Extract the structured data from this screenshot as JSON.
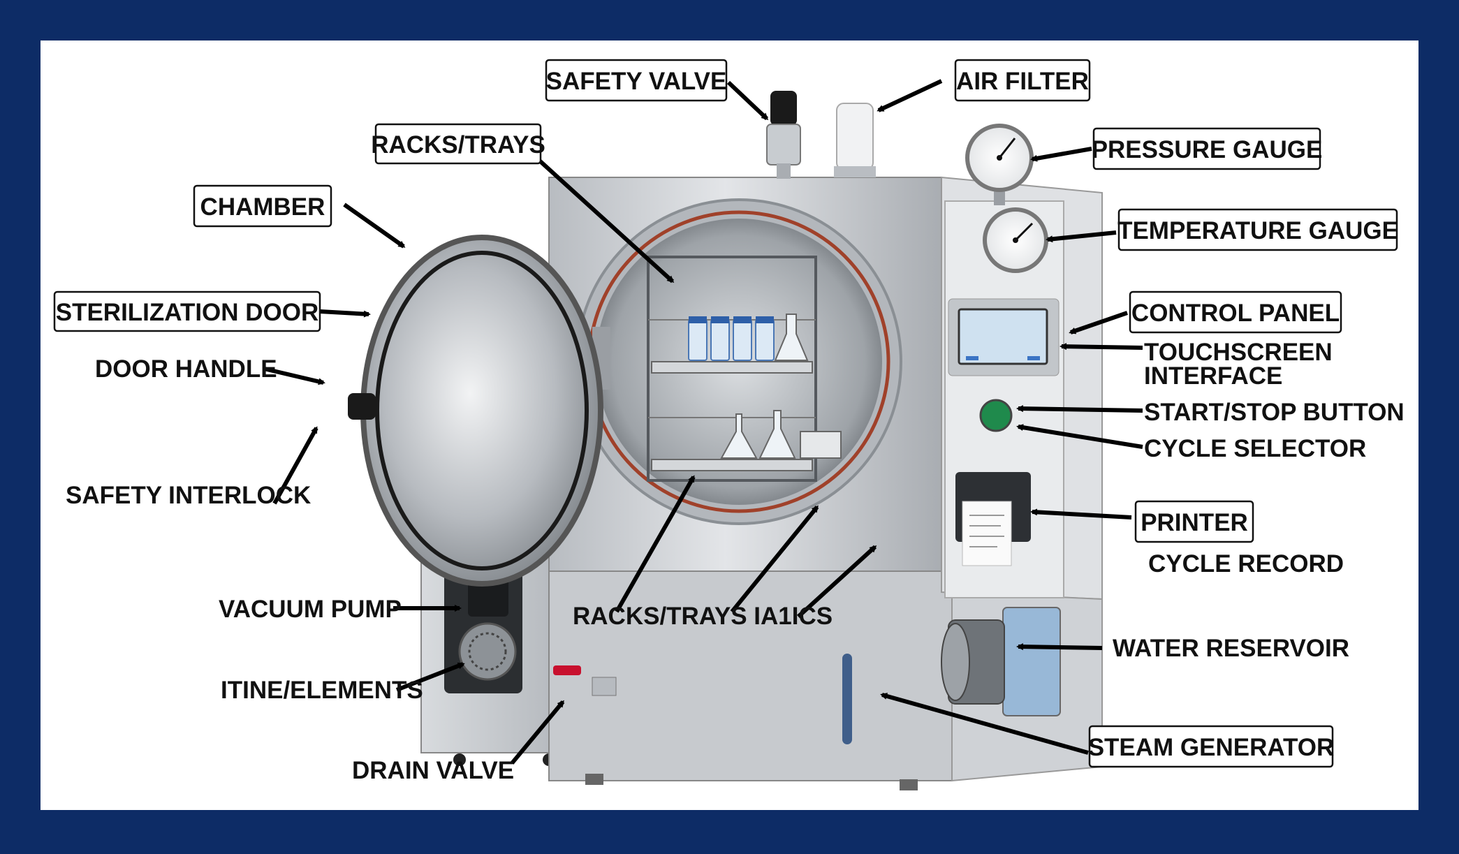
{
  "labels": {
    "safety_valve": "SAFETY VALVE",
    "air_filter": "AIR FILTER",
    "racks_trays_top": "RACKS/TRAYS",
    "pressure_gauge": "PRESSURE GAUGE",
    "chamber": "CHAMBER",
    "temperature_gauge": "TEMPERATURE GAUGE",
    "sterilization_door": "STERILIZATION DOOR",
    "control_panel": "CONTROL PANEL",
    "door_handle": "DOOR HANDLE",
    "touchscreen_line1": "TOUCHSCREEN",
    "touchscreen_line2": "INTERFACE",
    "start_stop_button": "START/STOP BUTTON",
    "cycle_selector": "CYCLE SELECTOR",
    "safety_interlock": "SAFETY INTERLOCK",
    "printer": "PRINTER",
    "cycle_record": "CYCLE RECORD",
    "vacuum_pump": "VACUUM PUMP",
    "racks_trays_bottom": "RACKS/TRAYS IA1ICS",
    "water_reservoir": "WATER RESERVOIR",
    "heating_elements": "ITINE/ELEMENTS",
    "steam_generator": "STEAM GENERATOR",
    "drain_valve": "DRAIN VALVE"
  },
  "colors": {
    "frame": "#0d2c66",
    "steel": "#c9ccd0",
    "steel_dark": "#8e9398",
    "button_green": "#1f8a4c",
    "valve_red": "#c8102e"
  },
  "icons": {
    "start_button": "green-round-button-icon",
    "drain_valve": "red-valve-lever-icon",
    "gauges": "dial-gauge-icon"
  }
}
